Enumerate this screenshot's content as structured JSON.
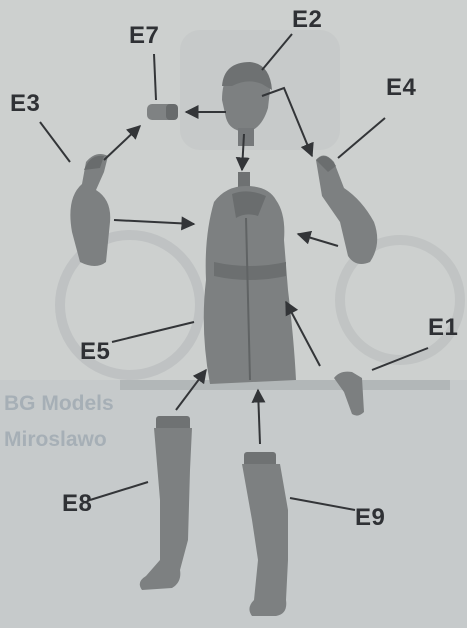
{
  "labels": {
    "e1": "E1",
    "e2": "E2",
    "e3": "E3",
    "e4": "E4",
    "e5": "E5",
    "e7": "E7",
    "e8": "E8",
    "e9": "E9"
  },
  "background_text": {
    "line1": "BG Models",
    "line2": "Miroslawo"
  },
  "colors": {
    "background": "#cfd1d0",
    "part_fill": "#7d8081",
    "part_shadow": "#5f6263",
    "arrow": "#333538",
    "label": "#2f3135",
    "faded_text": "#8d9aa6"
  }
}
